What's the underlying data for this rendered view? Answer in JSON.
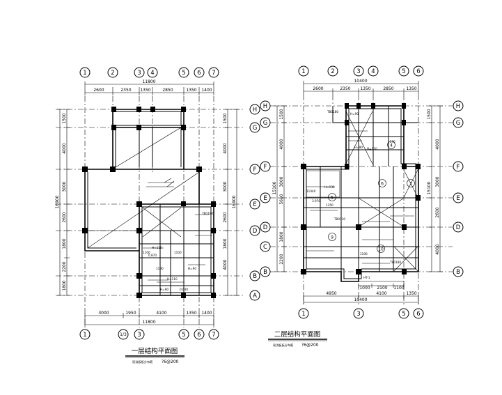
{
  "plan1": {
    "title": "一层结构平面图",
    "note_small": "现浇板板分布筋",
    "note_value": "?6@200",
    "axes_top": [
      "1",
      "2",
      "3",
      "4",
      "5",
      "6",
      "7"
    ],
    "axes_bottom": [
      "1",
      "1/3",
      "3",
      "5",
      "6",
      "7"
    ],
    "axes_right": [
      "H",
      "G",
      "F",
      "E",
      "D",
      "B",
      "A"
    ],
    "dims_top_total": "11800",
    "dims_top": [
      "2600",
      "2350",
      "1350",
      "2850",
      "1350",
      "1400"
    ],
    "dims_bottom": [
      "3000",
      "1950",
      "4100",
      "1350",
      "1400"
    ],
    "dims_bottom_total": "11800",
    "dims_left": [
      "1500",
      "4000",
      "3000",
      "2600",
      "1800",
      "2200",
      "1800"
    ],
    "dims_left_total": "16900",
    "dims_right": [
      "1500",
      "4000",
      "3000",
      "2600",
      "1800",
      "4000"
    ],
    "dims_right_total": "16900",
    "labels": [
      "H=110",
      "1100",
      "0.870",
      "H=90",
      "1190",
      "0.640",
      "H=90",
      "1100",
      "H=110",
      "TB0180"
    ]
  },
  "plan2": {
    "title": "二层结构平面图",
    "note_small": "现浇板板分布筋",
    "note_value": "?6@200",
    "axes_top": [
      "1",
      "2",
      "3",
      "4",
      "5",
      "6"
    ],
    "axes_bottom": [
      "1",
      "3",
      "5",
      "6"
    ],
    "axes_left": [
      "H",
      "G",
      "F",
      "E",
      "D",
      "C",
      "B"
    ],
    "axes_right": [
      "H",
      "G",
      "F",
      "E",
      "D",
      "B"
    ],
    "dims_top_total": "10400",
    "dims_top": [
      "2600",
      "2350",
      "1350",
      "2850",
      "1350"
    ],
    "dims_bottom": [
      "4950",
      "4100",
      "1350"
    ],
    "dims_bottom_total": "10400",
    "dims_bottom_inner": [
      "1000",
      "2100",
      "1100"
    ],
    "dims_left": [
      "1500",
      "4000",
      "3000",
      "5600",
      "1800",
      "2200"
    ],
    "dims_left_total": "15100",
    "dims_right": [
      "1500",
      "4000",
      "3000",
      "2600",
      "4000"
    ],
    "dims_right_total": "15100",
    "slab_marks": [
      "4",
      "5",
      "6",
      "7",
      "9",
      "10"
    ],
    "labels": [
      "H=90",
      "H=110",
      "H=130",
      "H=90",
      "1350",
      "3.970",
      "11440",
      "1190",
      "1100",
      "HT-1",
      "TB0180",
      "TB0130",
      "TB0180"
    ]
  }
}
